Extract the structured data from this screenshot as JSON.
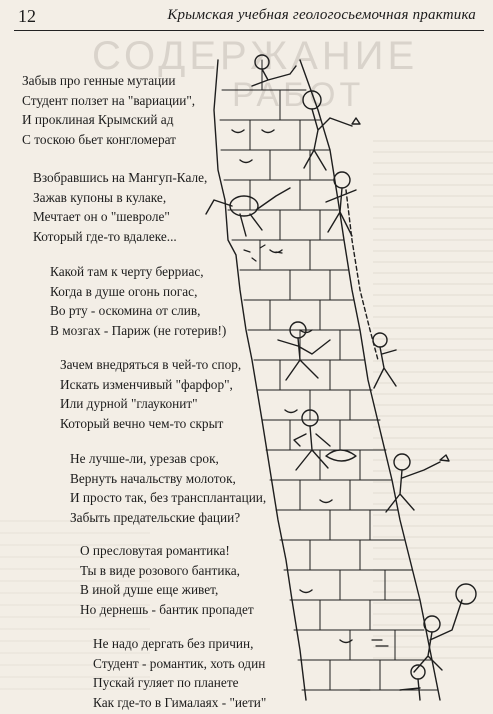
{
  "header": {
    "page_number": "12",
    "running_title": "Крымская учебная геологосьемочная практика"
  },
  "background_heading": {
    "line1": "СОДЕРЖАНИЕ",
    "line2": "РАБОТ"
  },
  "poem": {
    "stanzas": [
      {
        "lines": [
          "Забыв про генные мутации",
          "Студент ползет на \"вариации\",",
          "И проклиная Крымский ад",
          "С тоскою бьет конгломерат"
        ]
      },
      {
        "lines": [
          "Взобравшись на Мангуп-Кале,",
          "Зажав купоны в кулаке,",
          "Мечтает он о \"шевроле\"",
          "Который где-то вдалеке..."
        ]
      },
      {
        "lines": [
          "Какой там к черту берриас,",
          "Когда в душе огонь погас,",
          "Во рту - оскомина от слив,",
          "В мозгах - Париж (не готерив!)"
        ]
      },
      {
        "lines": [
          "Зачем внедряться в чей-то спор,",
          "Искать изменчивый \"фарфор\",",
          "Или дурной \"глауконит\"",
          "Который вечно чем-то скрыт"
        ]
      },
      {
        "lines": [
          "Не лучше-ли, урезав срок,",
          "Вернуть начальству молоток,",
          "И просто так, без трансплантации,",
          "Забыть предательские фации?"
        ]
      },
      {
        "lines": [
          "О пресловутая романтика!",
          "Ты в виде розового бантика,",
          "В иной душе еще живет,",
          "Но дернешь - бантик пропадет"
        ]
      },
      {
        "lines": [
          "Не надо дергать без причин,",
          "Студент - романтик, хоть один",
          "Пускай гуляет по планете",
          "Как где-то в Гималаях - \"иети\""
        ]
      }
    ]
  }
}
